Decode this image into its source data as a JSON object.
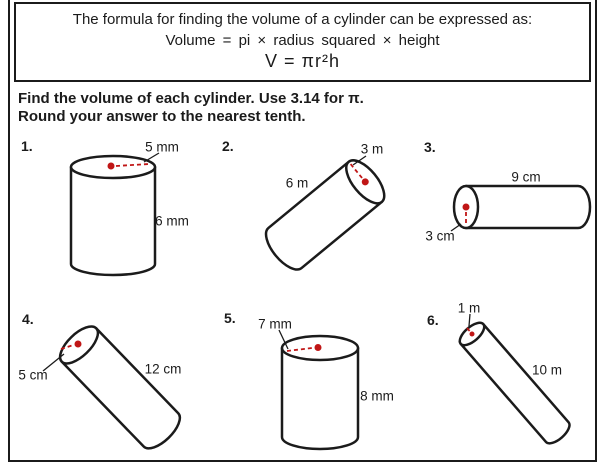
{
  "colors": {
    "ink": "#1b1b1b",
    "accent_red": "#c01616",
    "background": "#ffffff"
  },
  "formula_box": {
    "line1": "The formula for finding the volume of a cylinder can be expressed as:",
    "line2": "Volume = pi × radius squared × height",
    "line3": "V = πr²h"
  },
  "instructions": {
    "line1": "Find the volume of each cylinder. Use 3.14 for π.",
    "line2": "Round your answer to the nearest tenth."
  },
  "problems": [
    {
      "number": "1.",
      "shape": "upright-cylinder",
      "radius_label": "5 mm",
      "length_label": "6 mm"
    },
    {
      "number": "2.",
      "shape": "tilted-cylinder",
      "radius_label": "3 m",
      "length_label": "6 m"
    },
    {
      "number": "3.",
      "shape": "horizontal-cylinder",
      "radius_label": "3 cm",
      "length_label": "9 cm"
    },
    {
      "number": "4.",
      "shape": "tilted-cylinder",
      "radius_label": "5 cm",
      "length_label": "12 cm"
    },
    {
      "number": "5.",
      "shape": "upright-cylinder",
      "radius_label": "7 mm",
      "length_label": "8 mm"
    },
    {
      "number": "6.",
      "shape": "tilted-cylinder",
      "radius_label": "1 m",
      "length_label": "10 m"
    }
  ]
}
